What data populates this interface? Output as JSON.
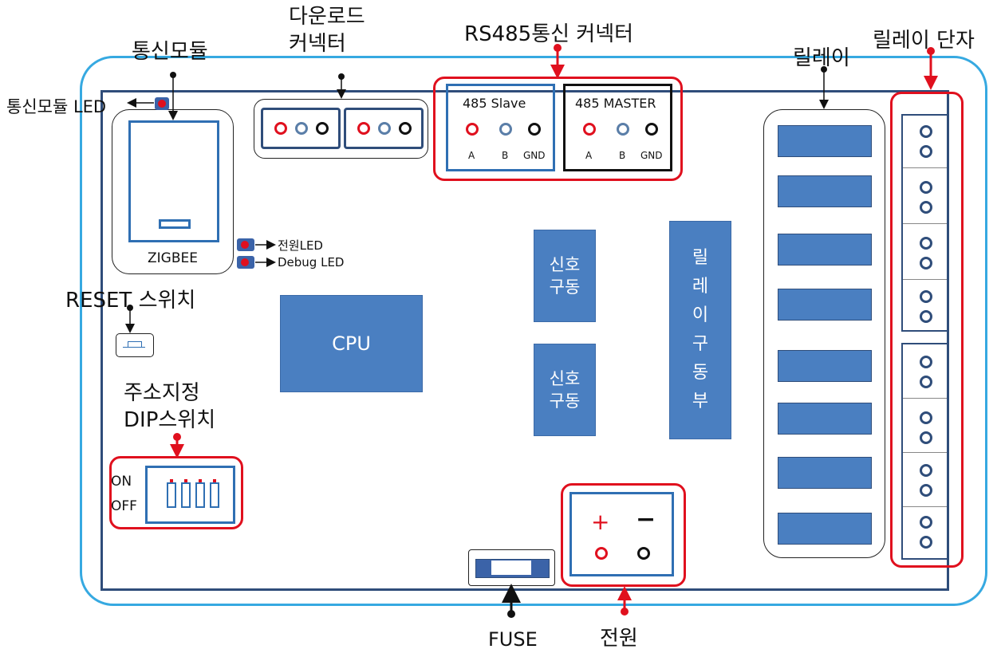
{
  "labels": {
    "comm_module": "통신모듈",
    "download_connector": "다운로드\n커넥터",
    "rs485_connector": "RS485통신 커넥터",
    "relay": "릴레이",
    "relay_terminal": "릴레이 단자",
    "comm_module_led": "통신모듈 LED",
    "power_led": "전원LED",
    "debug_led": "Debug LED",
    "reset_switch": "RESET 스위치",
    "dip_switch": "주소지정\nDIP스위치",
    "fuse": "FUSE",
    "power": "전원"
  },
  "board": {
    "zigbee": "ZIGBEE",
    "cpu": "CPU",
    "signal_drive_1": "신호\n구동",
    "signal_drive_2": "신호\n구동",
    "relay_driver": "릴\n레\n이\n구\n동\n부",
    "slave": {
      "title": "485 Slave",
      "pins": [
        "A",
        "B",
        "GND"
      ]
    },
    "master": {
      "title": "485 MASTER",
      "pins": [
        "A",
        "B",
        "GND"
      ]
    },
    "dip_on": "ON",
    "dip_off": "OFF",
    "power_plus": "+",
    "power_minus": "−"
  },
  "colors": {
    "frame": "#36a9e1",
    "board": "#2f4d7a",
    "block": "#4a7fc1",
    "highlight": "#e0101e"
  }
}
